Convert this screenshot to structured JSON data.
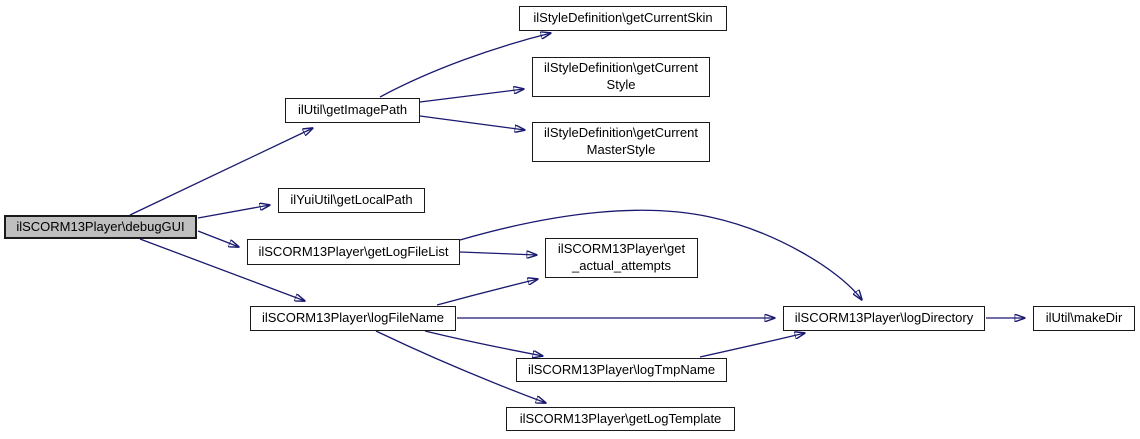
{
  "diagram": {
    "kind": "doxygen-call-graph",
    "colors": {
      "edge": "#191970",
      "node_border": "#1a1a1a",
      "node_fill": "#ffffff",
      "highlight_fill": "#bfbfbf",
      "text": "#000000",
      "background": "#ffffff"
    },
    "nodes": {
      "debugGUI": {
        "label": "ilSCORM13Player\\debugGUI",
        "highlighted": true
      },
      "getImagePath": {
        "label": "ilUtil\\getImagePath"
      },
      "getCurrentSkin": {
        "label": "ilStyleDefinition\\getCurrentSkin"
      },
      "getCurrentStyle": {
        "label": "ilStyleDefinition\\getCurrent\nStyle"
      },
      "getCurrentMasterStyle": {
        "label": "ilStyleDefinition\\getCurrent\nMasterStyle"
      },
      "getLocalPath": {
        "label": "ilYuiUtil\\getLocalPath"
      },
      "getLogFileList": {
        "label": "ilSCORM13Player\\getLogFileList"
      },
      "get_actual_attempts": {
        "label": "ilSCORM13Player\\get\n_actual_attempts"
      },
      "logFileName": {
        "label": "ilSCORM13Player\\logFileName"
      },
      "logDirectory": {
        "label": "ilSCORM13Player\\logDirectory"
      },
      "makeDir": {
        "label": "ilUtil\\makeDir"
      },
      "logTmpName": {
        "label": "ilSCORM13Player\\logTmpName"
      },
      "getLogTemplate": {
        "label": "ilSCORM13Player\\getLogTemplate"
      }
    },
    "edges": [
      {
        "from": "debugGUI",
        "to": "getImagePath"
      },
      {
        "from": "debugGUI",
        "to": "getLocalPath"
      },
      {
        "from": "debugGUI",
        "to": "getLogFileList"
      },
      {
        "from": "debugGUI",
        "to": "logFileName"
      },
      {
        "from": "getImagePath",
        "to": "getCurrentSkin"
      },
      {
        "from": "getImagePath",
        "to": "getCurrentStyle"
      },
      {
        "from": "getImagePath",
        "to": "getCurrentMasterStyle"
      },
      {
        "from": "getLogFileList",
        "to": "get_actual_attempts"
      },
      {
        "from": "getLogFileList",
        "to": "logDirectory"
      },
      {
        "from": "logFileName",
        "to": "get_actual_attempts"
      },
      {
        "from": "logFileName",
        "to": "logDirectory"
      },
      {
        "from": "logFileName",
        "to": "logTmpName"
      },
      {
        "from": "logFileName",
        "to": "getLogTemplate"
      },
      {
        "from": "logTmpName",
        "to": "logDirectory"
      },
      {
        "from": "logDirectory",
        "to": "makeDir"
      }
    ]
  }
}
